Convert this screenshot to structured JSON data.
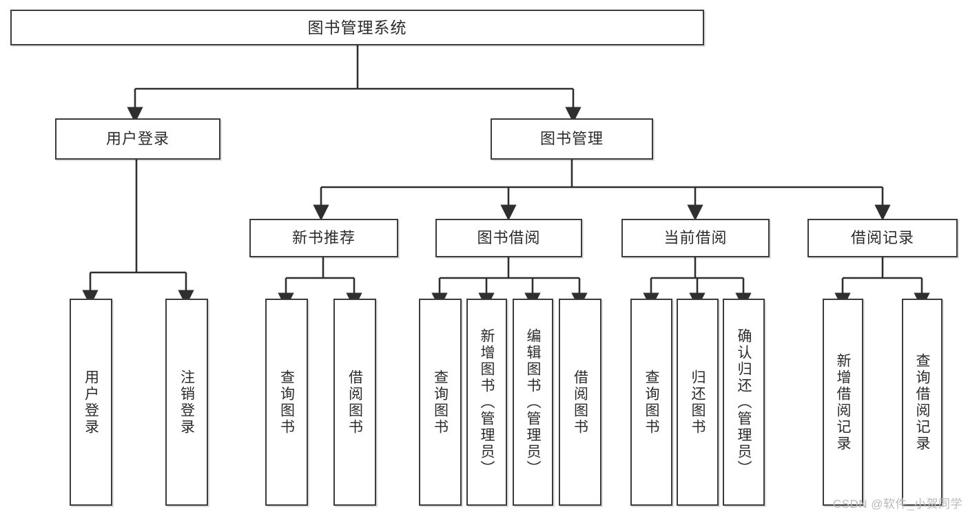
{
  "diagram": {
    "title": "图书管理系统",
    "type": "hierarchy-tree",
    "orientation": "top-down",
    "colors": {
      "border": "#3b3b3b",
      "fill": "#ffffff",
      "text": "#2b2b2b",
      "connector": "#2f2f2f",
      "watermark": "#b9b9b9"
    },
    "root": {
      "label": "图书管理系统"
    },
    "level2": [
      {
        "label": "用户登录"
      },
      {
        "label": "图书管理"
      }
    ],
    "level3": [
      {
        "label": "新书推荐"
      },
      {
        "label": "图书借阅"
      },
      {
        "label": "当前借阅"
      },
      {
        "label": "借阅记录"
      }
    ],
    "leaves": {
      "user_login": [
        {
          "label": "用户登录"
        },
        {
          "label": "注销登录"
        }
      ],
      "new_book_recommend": [
        {
          "label": "查询图书"
        },
        {
          "label": "借阅图书"
        }
      ],
      "book_borrow": [
        {
          "label": "查询图书"
        },
        {
          "label": "新增图书（管理员）"
        },
        {
          "label": "编辑图书（管理员）"
        },
        {
          "label": "借阅图书"
        }
      ],
      "current_borrow": [
        {
          "label": "查询图书"
        },
        {
          "label": "归还图书"
        },
        {
          "label": "确认归还（管理员）"
        }
      ],
      "borrow_record": [
        {
          "label": "新增借阅记录"
        },
        {
          "label": "查询借阅记录"
        }
      ]
    }
  },
  "watermark": {
    "text": "CSDN @软件_小贺同学"
  }
}
